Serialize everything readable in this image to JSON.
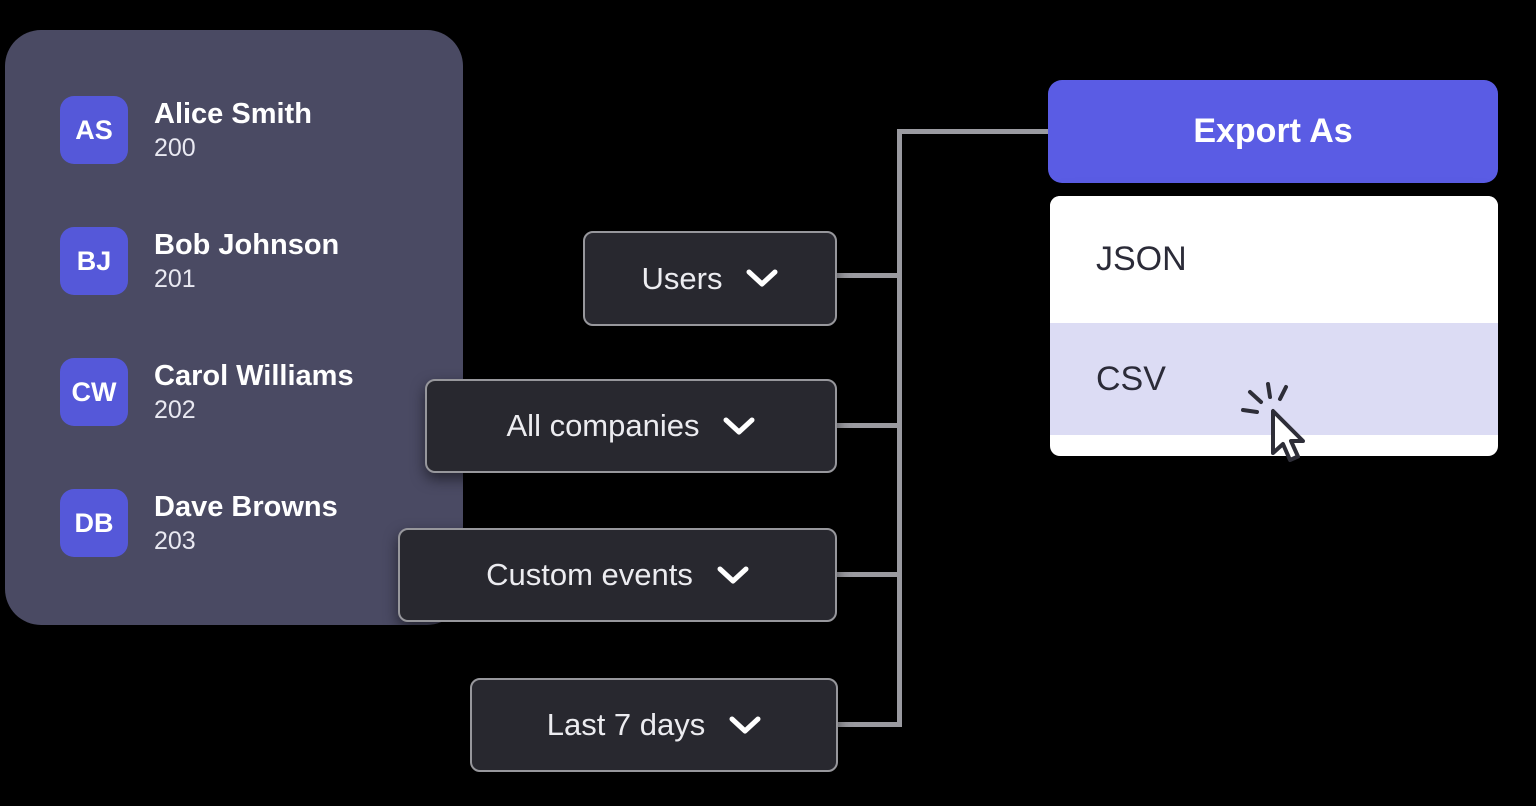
{
  "colors": {
    "background": "#000000",
    "panel_bg": "#4a4a63",
    "avatar_bg": "#5558d9",
    "dropdown_bg": "#28282f",
    "dropdown_border": "#97979c",
    "connector": "#9a9aa0",
    "export_button_bg": "#5a5ce4",
    "menu_bg": "#ffffff",
    "option_highlight_bg": "#dcdcf4"
  },
  "user_list": {
    "items": [
      {
        "initials": "AS",
        "name": "Alice Smith",
        "id": "200"
      },
      {
        "initials": "BJ",
        "name": "Bob Johnson",
        "id": "201"
      },
      {
        "initials": "CW",
        "name": "Carol Williams",
        "id": "202"
      },
      {
        "initials": "DB",
        "name": "Dave Browns",
        "id": "203"
      }
    ]
  },
  "filters": {
    "users": {
      "label": "Users"
    },
    "companies": {
      "label": "All companies"
    },
    "events": {
      "label": "Custom events"
    },
    "date_range": {
      "label": "Last 7 days"
    }
  },
  "export": {
    "button_label": "Export As",
    "options": {
      "json": {
        "label": "JSON"
      },
      "csv": {
        "label": "CSV"
      }
    }
  }
}
